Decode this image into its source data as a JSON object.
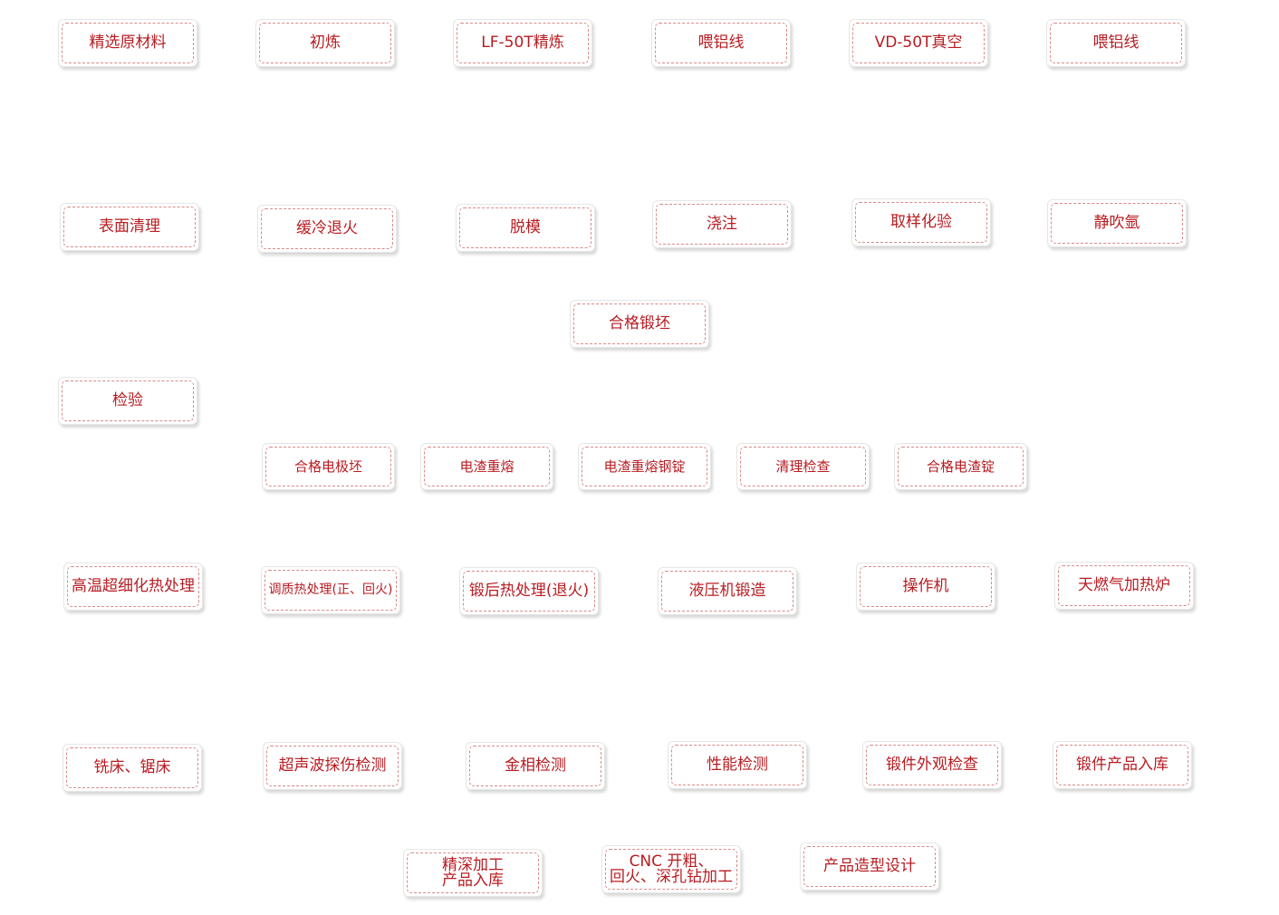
{
  "nodes": {
    "r1": [
      "精选原材料",
      "初炼",
      "LF-50T精炼",
      "喂铝线",
      "VD-50T真空",
      "喂铝线"
    ],
    "r2": [
      "表面清理",
      "缓冷退火",
      "脱模",
      "浇注",
      "取样化验",
      "静吹氩"
    ],
    "r3": [
      "合格锻坯"
    ],
    "r4": [
      "检验"
    ],
    "r5": [
      "合格电极坯",
      "电渣重熔",
      "电渣重熔钢锭",
      "清理检查",
      "合格电渣锭"
    ],
    "r6": [
      "高温超细化热处理",
      "调质热处理(正、回火)",
      "锻后热处理(退火)",
      "液压机锻造",
      "操作机",
      "天燃气加热炉"
    ],
    "r7": [
      "铣床、锯床",
      "超声波探伤检测",
      "金相检测",
      "性能检测",
      "锻件外观检查",
      "锻件产品入库"
    ],
    "r8": [
      "精深加工\n产品入库",
      "CNC  开粗、\n回火、深孔钻加工",
      "产品造型设计"
    ]
  },
  "colors": {
    "text": "#b81c22",
    "dash": "#d98a8a",
    "border": "#e6e6e6"
  }
}
